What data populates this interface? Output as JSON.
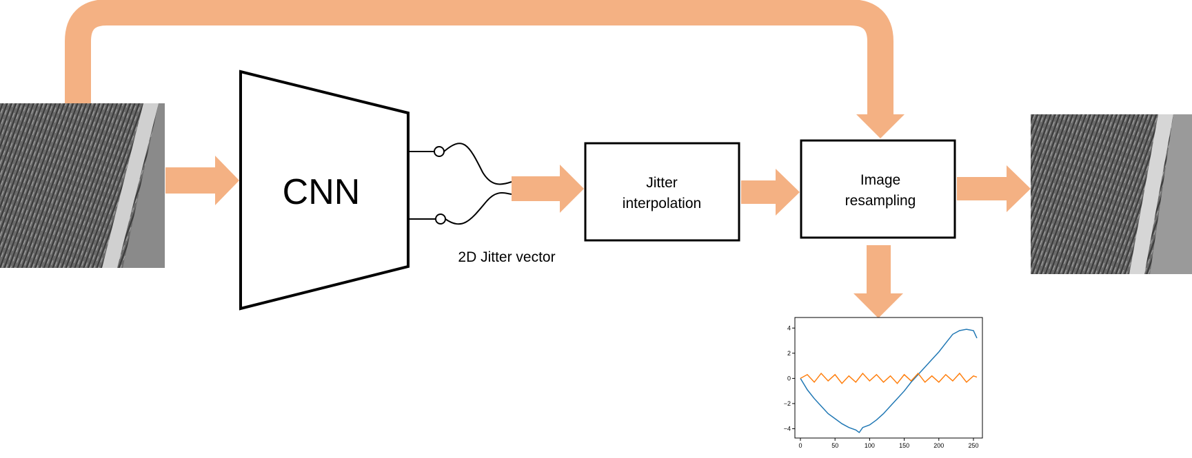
{
  "cnn_label": "CNN",
  "jitter_vector_label": "2D Jitter vector",
  "box_jitter": {
    "line1": "Jitter",
    "line2": "interpolation"
  },
  "box_resample": {
    "line1": "Image",
    "line2": "resampling"
  },
  "arrow_color": "#F4B183",
  "chart_data": {
    "type": "line",
    "title": "",
    "xlabel": "",
    "ylabel": "",
    "xlim": [
      0,
      255
    ],
    "ylim": [
      -4.3,
      4.4
    ],
    "xticks": [
      0,
      50,
      100,
      150,
      200,
      250
    ],
    "yticks": [
      -4,
      -2,
      0,
      2,
      4
    ],
    "xtick_labels": [
      "0",
      "50",
      "100",
      "150",
      "200",
      "250"
    ],
    "ytick_labels": [
      "−4",
      "−2",
      "0",
      "2",
      "4"
    ],
    "series": [
      {
        "color": "#1f77b4",
        "x": [
          0,
          10,
          20,
          30,
          40,
          50,
          60,
          70,
          80,
          85,
          90,
          100,
          110,
          120,
          130,
          140,
          150,
          160,
          170,
          180,
          190,
          200,
          210,
          220,
          230,
          240,
          250,
          255
        ],
        "y": [
          0,
          -0.9,
          -1.6,
          -2.2,
          -2.8,
          -3.2,
          -3.6,
          -3.9,
          -4.1,
          -4.3,
          -3.9,
          -3.7,
          -3.3,
          -2.8,
          -2.2,
          -1.6,
          -1.0,
          -0.3,
          0.3,
          0.9,
          1.5,
          2.1,
          2.8,
          3.5,
          3.8,
          3.9,
          3.8,
          3.2
        ]
      },
      {
        "color": "#ff7f0e",
        "x": [
          0,
          10,
          20,
          30,
          40,
          50,
          60,
          70,
          80,
          90,
          100,
          110,
          120,
          130,
          140,
          150,
          160,
          170,
          180,
          190,
          200,
          210,
          220,
          230,
          240,
          250,
          255
        ],
        "y": [
          0,
          0.3,
          -0.3,
          0.4,
          -0.2,
          0.3,
          -0.4,
          0.2,
          -0.3,
          0.4,
          -0.2,
          0.3,
          -0.3,
          0.2,
          -0.4,
          0.3,
          -0.2,
          0.4,
          -0.3,
          0.2,
          -0.3,
          0.3,
          -0.2,
          0.4,
          -0.3,
          0.2,
          0.1
        ]
      }
    ]
  }
}
